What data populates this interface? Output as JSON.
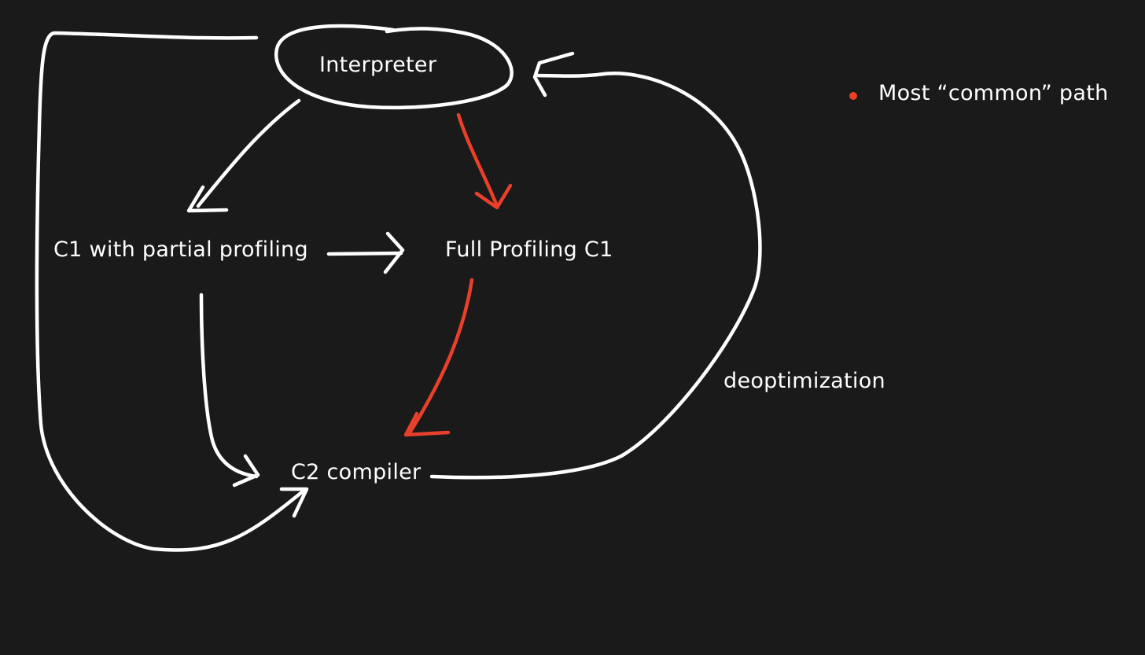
{
  "nodes": {
    "interpreter": "Interpreter",
    "c1_partial": "C1 with partial profiling",
    "c1_full": "Full Profiling C1",
    "c2": "C2 compiler"
  },
  "edge_labels": {
    "deopt": "deoptimization"
  },
  "legend": {
    "label": "Most “common” path",
    "color": "#e8402a"
  },
  "colors": {
    "background": "#1a1a1a",
    "line": "#ffffff",
    "highlight": "#e8402a"
  }
}
